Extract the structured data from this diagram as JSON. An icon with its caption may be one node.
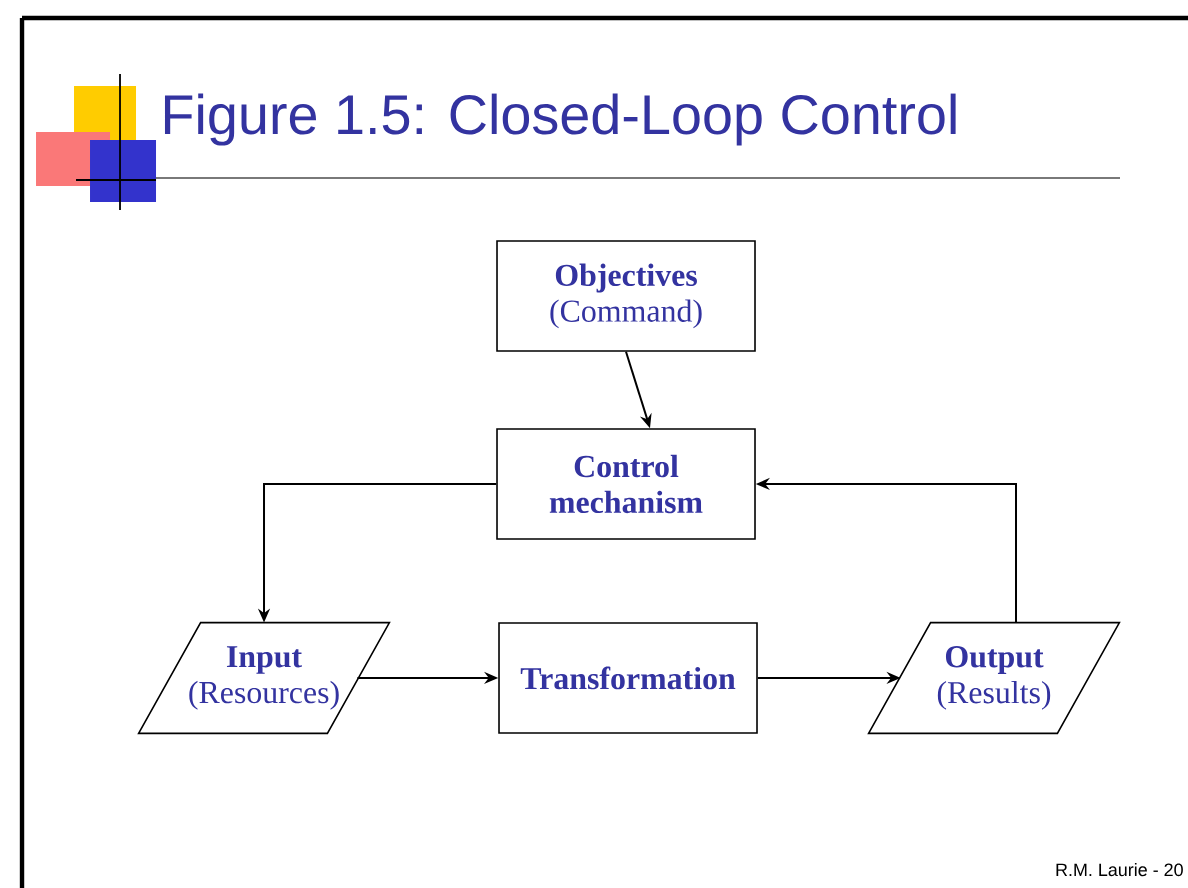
{
  "diagram": {
    "title": "Figure 1.5: Closed-Loop Control",
    "nodes": [
      {
        "text": [
          "Objectives",
          "(Command)"
        ]
      },
      {
        "text": [
          "Control mechanism"
        ]
      },
      {
        "text": [
          "Input",
          "(Resources)"
        ]
      },
      {
        "text": [
          "Transformation"
        ]
      },
      {
        "text": [
          "Output",
          "(Results)"
        ]
      }
    ],
    "edges": [
      {
        "from": 0,
        "to": 1,
        "arrow": "to"
      },
      {
        "from": 1,
        "to": 2,
        "arrow": "to"
      },
      {
        "from": 2,
        "to": 3,
        "arrow": "to"
      },
      {
        "from": 3,
        "to": 4,
        "arrow": "to"
      },
      {
        "from": 4,
        "to": 1,
        "arrow": "to"
      }
    ],
    "labels": [
      "R.M. Laurie - 20"
    ]
  }
}
